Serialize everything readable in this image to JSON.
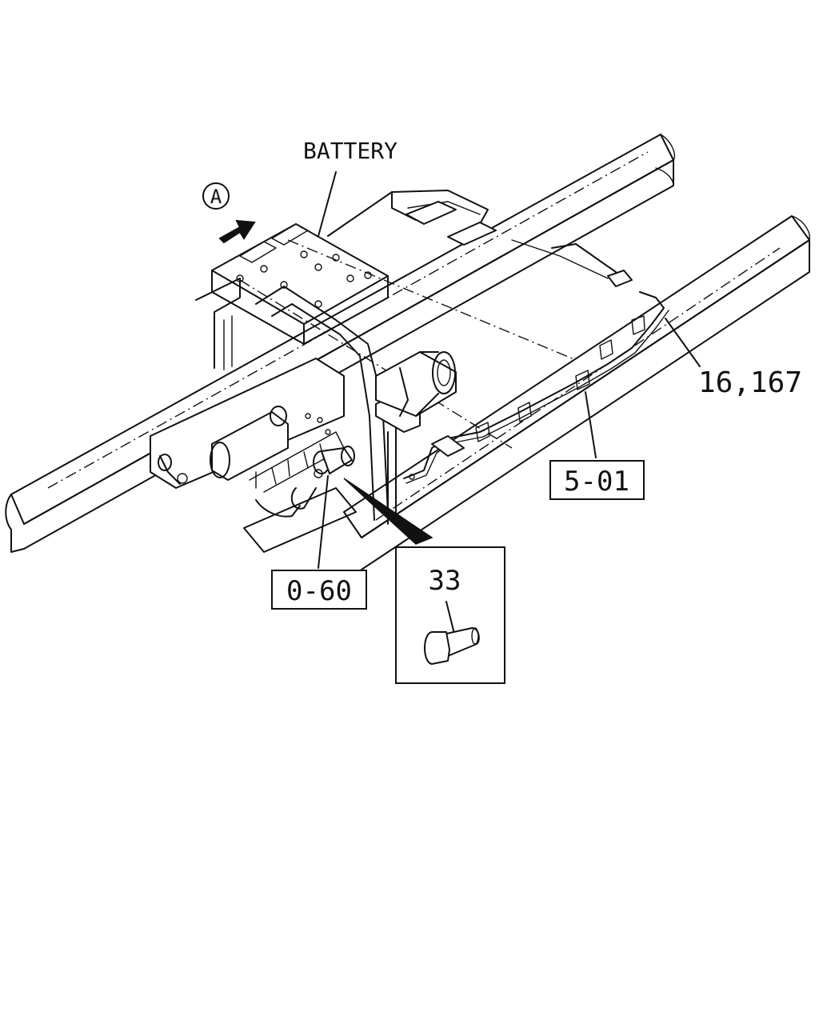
{
  "callouts": {
    "battery": "BATTERY",
    "view_marker": "A",
    "part_16_167": "16,167",
    "ref_5_01": "5-01",
    "ref_0_60": "0-60",
    "part_33": "33"
  }
}
